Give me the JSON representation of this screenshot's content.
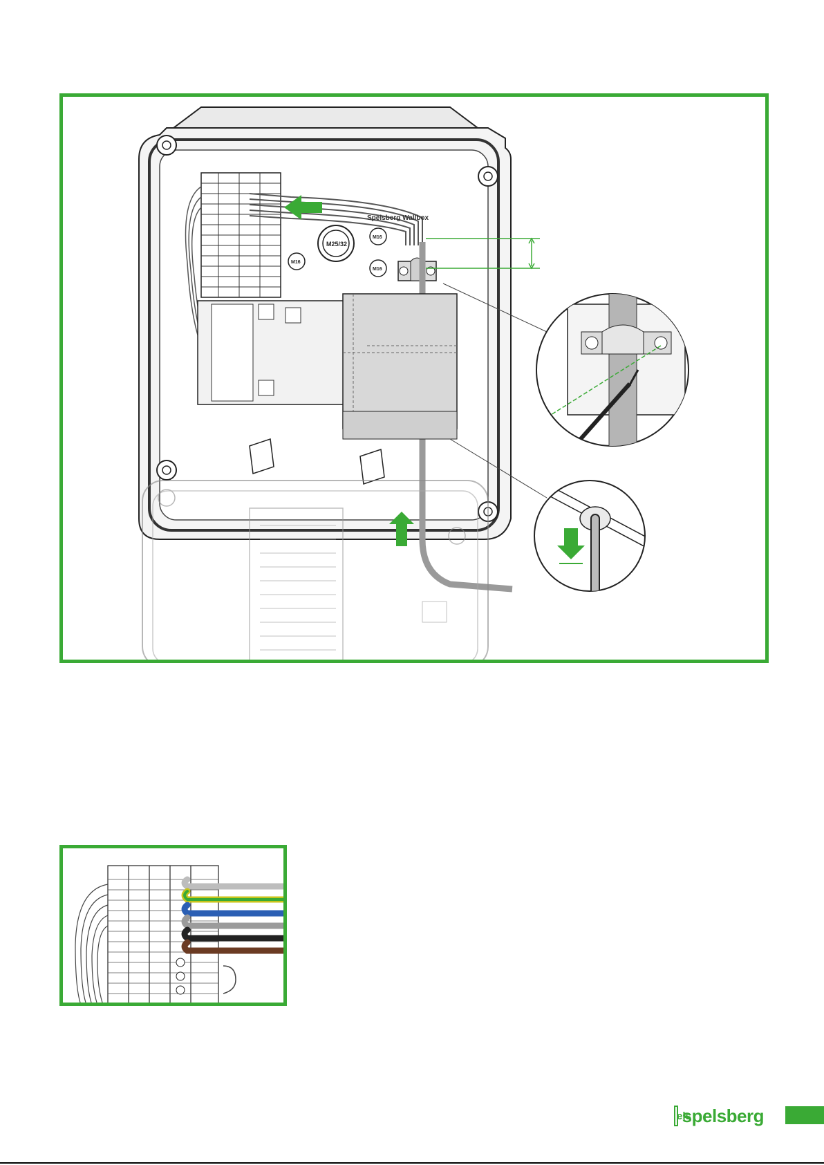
{
  "main_figure": {
    "box_label": "Spelsberg Wallbox",
    "gland_large": "M25/32",
    "gland_small_left": "M16",
    "gland_small_top": "M16",
    "gland_small_bottom": "M16"
  },
  "brand": {
    "logo_text": "spelsberg",
    "logo_mark": "els",
    "accent_color": "#3aaa35"
  }
}
